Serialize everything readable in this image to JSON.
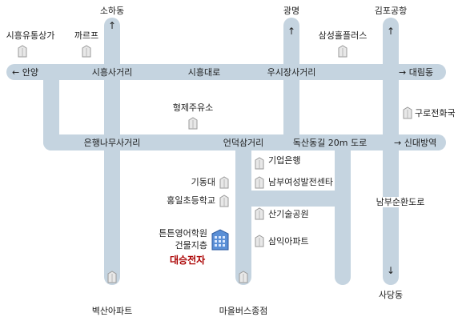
{
  "title": "",
  "accent_color": "#aa0000",
  "road_color": "#c5d4e0",
  "directions": {
    "north_west": "소하동",
    "north_mid": "광명",
    "north_east": "김포공항",
    "west": "← 안양",
    "east_top": "→ 대림동",
    "east_mid": "→ 신대방역",
    "south": "사당동"
  },
  "arrows": {
    "up": "↑",
    "down": "↓"
  },
  "roads": {
    "siheung_junction": "시흥사거리",
    "siheung_daero": "시흥대로",
    "usijang_junction": "우시장사거리",
    "eunhaeng_junction": "은행나무사거리",
    "eondeok_junction": "언덕삼거리",
    "doksan_road": "독산동길 20m 도로",
    "nambu_ring_road": "남부순환도로"
  },
  "landmarks": {
    "siheung_market": "시흥유통상가",
    "carrefour": "까르프",
    "samsung_plaza": "삼성홀플러스",
    "gas_station": "형제주유소",
    "guro_office": "구로전화국",
    "ibk_bank": "기업은행",
    "women_center": "남부여성발전센타",
    "gidong": "기동대",
    "hongil_school": "홍일초등학교",
    "industrial_park": "산기술공원",
    "samik_apt": "삼익아파트",
    "academy_line1": "튼튼영어학원",
    "academy_line2": "건물지층",
    "byeoksan_apt": "벽산아파트",
    "bus_terminal": "마을버스종점"
  },
  "destination": "대승전자",
  "icons": {
    "landmark": "building-icon",
    "destination": "office-tower-icon"
  }
}
